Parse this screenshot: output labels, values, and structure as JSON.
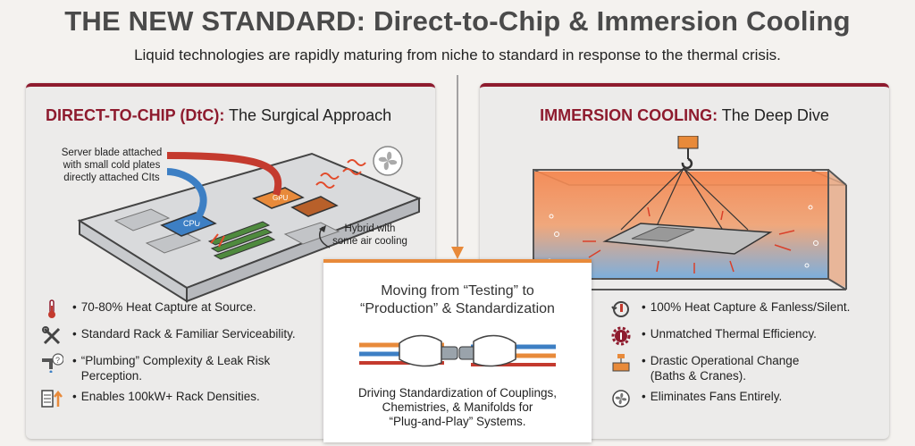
{
  "title": "THE NEW STANDARD: Direct-to-Chip & Immersion Cooling",
  "subtitle": "Liquid technologies are rapidly maturing from niche to standard in response to the thermal crisis.",
  "left_panel": {
    "title_accent": "DIRECT-TO-CHIP (DtC):",
    "title_rest": " The Surgical Approach",
    "callout_blade": [
      "Server blade attached",
      "with small cold plates",
      "directly attached CIts"
    ],
    "callout_hybrid": [
      "Hybrid with",
      "some air cooling"
    ],
    "chip_labels": {
      "cpu": "CPU",
      "gpu": "GPU"
    },
    "bullets": [
      {
        "icon": "thermometer-icon",
        "text": "70-80% Heat Capture at Source."
      },
      {
        "icon": "wrench-screwdriver-icon",
        "text": "Standard Rack & Familiar Serviceability."
      },
      {
        "icon": "leaking-pipe-icon",
        "text": "“Plumbing” Complexity & Leak Risk Perception."
      },
      {
        "icon": "rack-density-icon",
        "text": "Enables 100kW+ Rack Densities."
      }
    ]
  },
  "right_panel": {
    "title_accent": "IMMERSION COOLING:",
    "title_rest": " The Deep Dive",
    "bullets": [
      {
        "icon": "heat-cycle-icon",
        "text": "100% Heat Capture & Fanless/Silent."
      },
      {
        "icon": "gear-thermometer-icon",
        "text": "Unmatched Thermal Efficiency."
      },
      {
        "icon": "crane-bath-icon",
        "text": "Drastic Operational Change (Baths & Cranes)."
      },
      {
        "icon": "fan-crossed-icon",
        "text": "Eliminates Fans Entirely."
      }
    ]
  },
  "center": {
    "title_lines": [
      "Moving from “Testing” to",
      "“Production” & Standardization"
    ],
    "text_lines": [
      "Driving Standardization of Couplings,",
      "Chemistries, & Manifolds for",
      "“Plug-and-Play” Systems."
    ]
  },
  "colors": {
    "accent": "#8e1b2e",
    "orange": "#e88a3a",
    "blue": "#3d7fc4"
  }
}
